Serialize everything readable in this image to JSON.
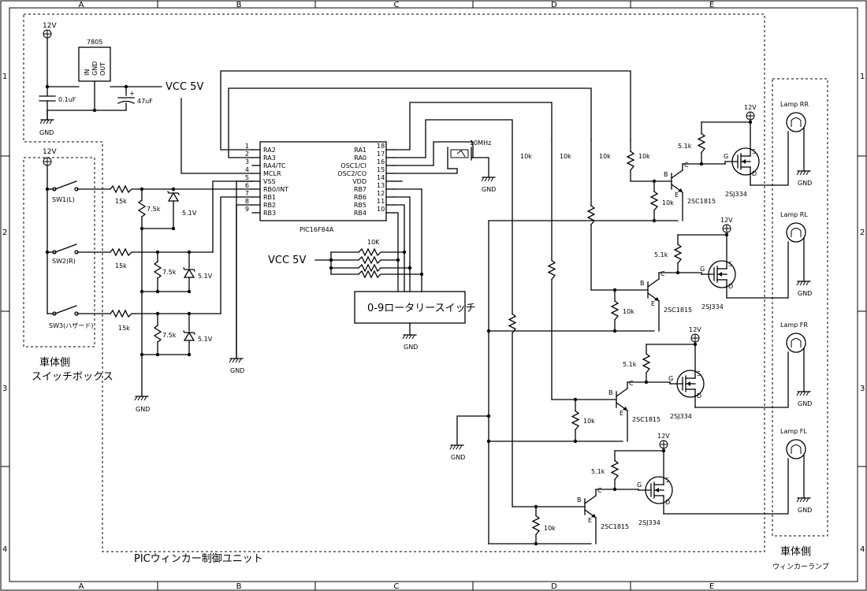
{
  "ruler": {
    "columns": [
      "A",
      "B",
      "C",
      "D",
      "E"
    ],
    "rows": [
      "1",
      "2",
      "3",
      "4"
    ]
  },
  "supply": {
    "v12": "12V",
    "regulator": "7805",
    "reg_pins": [
      "IN",
      "GND",
      "OUT"
    ],
    "cap_small": "0.1uF",
    "cap_big": "47uF",
    "cap_polarity": "+",
    "vcc": "VCC 5V",
    "gnd": "GND"
  },
  "switchbox": {
    "v12": "12V",
    "switches": [
      "SW1(L)",
      "SW2(R)",
      "SW3(ハザード)"
    ],
    "resistor": "15k",
    "pulldown": "7.5k",
    "zener": "5.1V",
    "gnd": "GND",
    "title_line1": "車体側",
    "title_line2": "スイッチボックス"
  },
  "mcu": {
    "part": "PIC16F84A",
    "left_pins": [
      {
        "num": "1",
        "name": "RA2"
      },
      {
        "num": "2",
        "name": "RA3"
      },
      {
        "num": "3",
        "name": "RA4/TC"
      },
      {
        "num": "4",
        "name": "MCLR"
      },
      {
        "num": "5",
        "name": "VSS"
      },
      {
        "num": "6",
        "name": "RB0/INT"
      },
      {
        "num": "7",
        "name": "RB1"
      },
      {
        "num": "8",
        "name": "RB2"
      },
      {
        "num": "9",
        "name": "RB3"
      }
    ],
    "right_pins": [
      {
        "num": "18",
        "name": "RA1"
      },
      {
        "num": "17",
        "name": "RA0"
      },
      {
        "num": "16",
        "name": "OSC1/CI"
      },
      {
        "num": "15",
        "name": "OSC2/CO"
      },
      {
        "num": "14",
        "name": "VDD"
      },
      {
        "num": "13",
        "name": "RB7"
      },
      {
        "num": "12",
        "name": "RB6"
      },
      {
        "num": "11",
        "name": "RB5"
      },
      {
        "num": "10",
        "name": "RB4"
      }
    ],
    "gnd": "GND"
  },
  "crystal": {
    "freq": "10MHz",
    "gnd": "GND"
  },
  "rotary": {
    "vcc": "VCC 5V",
    "pullup": "10K",
    "label": "0-9ロータリースイッチ",
    "gnd": "GND"
  },
  "drivers": {
    "base_resistor": "10k",
    "gate_resistor": "5.1k",
    "npn": "2SC1815",
    "pmos": "2SJ334",
    "v12": "12V",
    "pins": {
      "b": "B",
      "c": "C",
      "e": "E",
      "g": "G",
      "s": "S",
      "d": "D"
    },
    "gnd": "GND"
  },
  "lamps": {
    "names": [
      "Lamp RR",
      "Lamp RL",
      "Lamp FR",
      "Lamp FL"
    ],
    "gnd": "GND",
    "title_line1": "車体側",
    "title_line2": "ウィンカーランプ"
  },
  "unit": {
    "title": "PICウィンカー制御ユニット"
  }
}
